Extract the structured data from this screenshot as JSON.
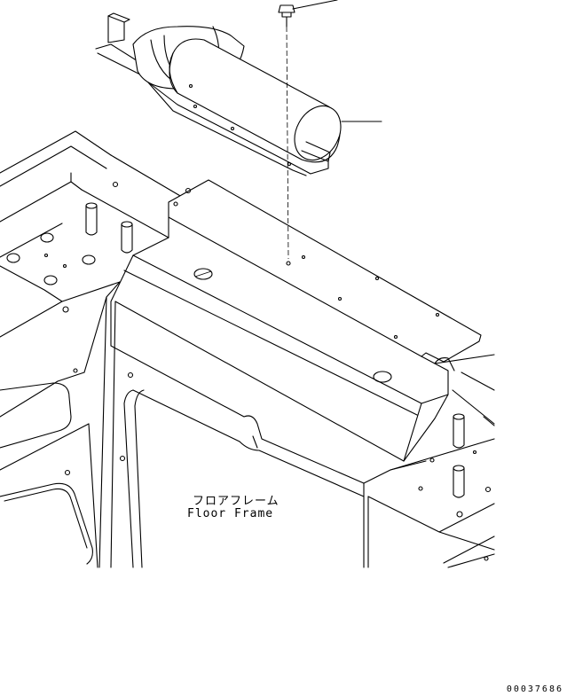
{
  "labels": {
    "floor_frame_jp": "フロアフレーム",
    "floor_frame_en": "Floor Frame"
  },
  "drawing_code": "00037686",
  "colors": {
    "line": "#000000",
    "background": "#ffffff"
  }
}
